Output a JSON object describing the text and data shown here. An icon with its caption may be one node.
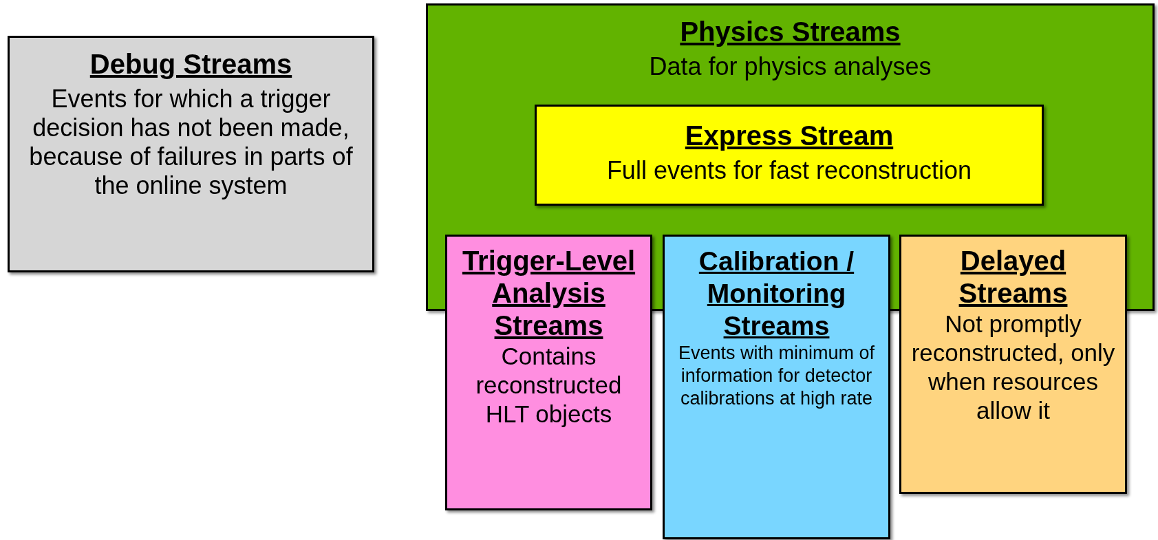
{
  "diagram": {
    "nodes": [
      {
        "text": [
          "Debug Streams",
          "Events for which a trigger decision has not been made, because of failures in parts of the online system"
        ]
      },
      {
        "text": [
          "Physics Streams",
          "Data for physics analyses"
        ]
      },
      {
        "text": [
          "Express Stream",
          "Full events for fast reconstruction"
        ],
        "in": 1
      },
      {
        "text": [
          "Trigger-Level Analysis Streams",
          "Contains reconstructed HLT objects"
        ]
      },
      {
        "text": [
          "Calibration / Monitoring Streams",
          "Events with minimum of information for detector calibrations at high rate"
        ]
      },
      {
        "text": [
          "Delayed Streams",
          "Not promptly reconstructed, only when resources allow it"
        ]
      }
    ]
  }
}
